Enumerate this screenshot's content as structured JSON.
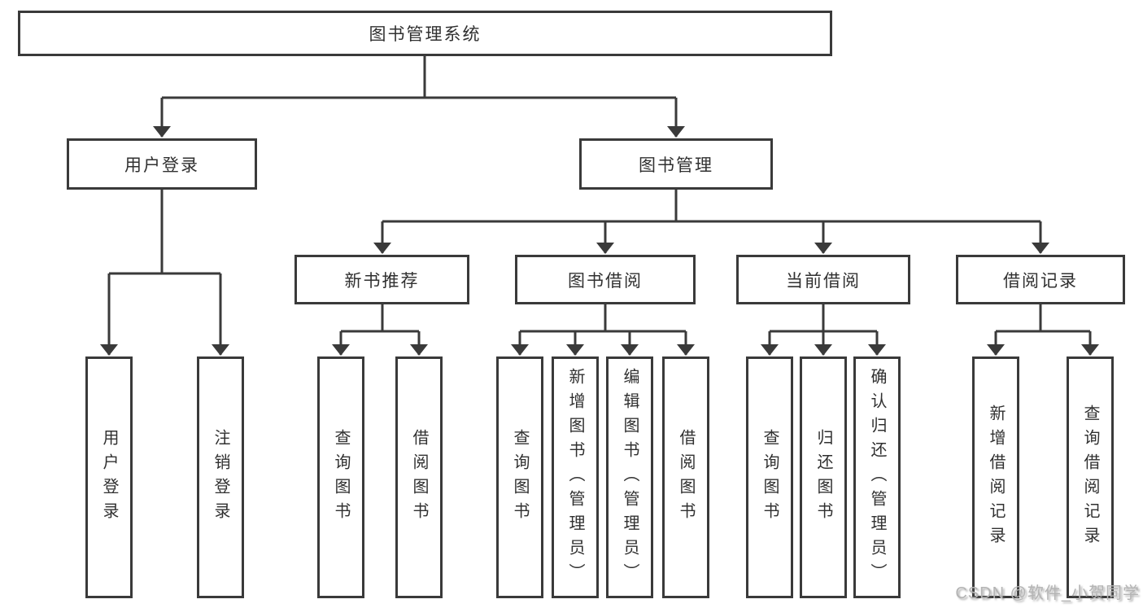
{
  "tree": {
    "root": {
      "label": "图书管理系统"
    },
    "level2": [
      {
        "label": "用户登录"
      },
      {
        "label": "图书管理"
      }
    ],
    "level3": [
      {
        "label": "新书推荐"
      },
      {
        "label": "图书借阅"
      },
      {
        "label": "当前借阅"
      },
      {
        "label": "借阅记录"
      }
    ],
    "leaves": {
      "user_login": [
        {
          "label": "用户登录"
        },
        {
          "label": "注销登录"
        }
      ],
      "new_book_rec": [
        {
          "label": "查询图书"
        },
        {
          "label": "借阅图书"
        }
      ],
      "book_borrow": [
        {
          "label": "查询图书"
        },
        {
          "label": "新增图书（管理员）"
        },
        {
          "label": "编辑图书（管理员）"
        },
        {
          "label": "借阅图书"
        }
      ],
      "current_borrow": [
        {
          "label": "查询图书"
        },
        {
          "label": "归还图书"
        },
        {
          "label": "确认归还（管理员）"
        }
      ],
      "borrow_records": [
        {
          "label": "新增借阅记录"
        },
        {
          "label": "查询借阅记录"
        }
      ]
    }
  },
  "watermark": {
    "text": "CSDN @软件_小贺同学"
  },
  "colors": {
    "line": "#3a3a3a",
    "box_border": "#3a3a3a",
    "box_fill": "#ffffff",
    "text": "#303030",
    "background": "#ffffff",
    "watermark": "#b4b4b4"
  }
}
